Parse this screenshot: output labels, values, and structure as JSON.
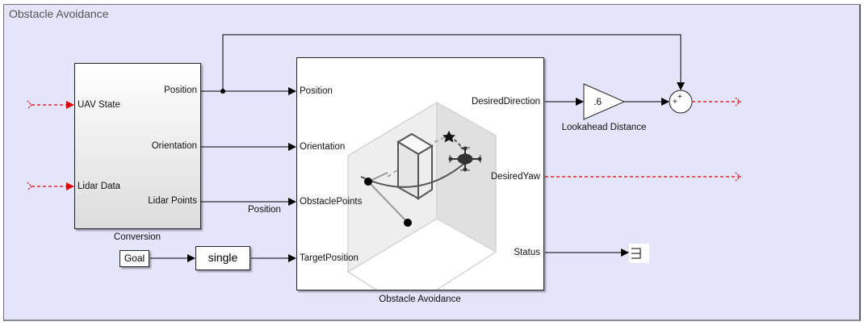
{
  "subsystem": {
    "title": "Obstacle Avoidance",
    "background_color": "#e4e4fb"
  },
  "blocks": {
    "conversion": {
      "name": "Conversion",
      "inputs": [
        "UAV State",
        "Lidar Data"
      ],
      "outputs": [
        "Position",
        "Orientation",
        "Lidar Points"
      ]
    },
    "obstacle_avoidance": {
      "name": "Obstacle Avoidance",
      "inputs": [
        "Position",
        "Orientation",
        "ObstaclePoints",
        "TargetPosition"
      ],
      "outputs": [
        "DesiredDirection",
        "DesiredYaw",
        "Status"
      ],
      "icon": "uav-obstacle-avoidance-scene-icon"
    },
    "goal": {
      "label": "Goal"
    },
    "single": {
      "label": "single"
    },
    "gain": {
      "name": "Lookahead Distance",
      "value": ".6"
    },
    "sum": {
      "signs": [
        "+",
        "+"
      ]
    },
    "terminator": {
      "icon": "terminator-icon"
    }
  },
  "signals": {
    "lidar_points_label": "Position"
  },
  "colors": {
    "signal_line": "#000000",
    "unconnected_line": "#e00000"
  }
}
